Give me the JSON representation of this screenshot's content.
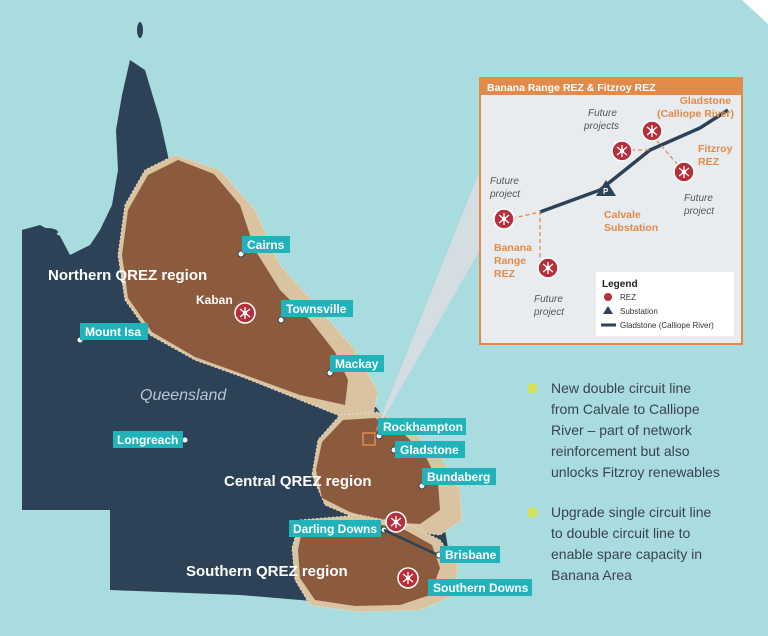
{
  "map": {
    "state_label": "Queensland",
    "regions": [
      {
        "id": "northern",
        "label": "Northern QREZ region"
      },
      {
        "id": "central",
        "label": "Central QREZ region"
      },
      {
        "id": "southern",
        "label": "Southern QREZ region"
      }
    ],
    "cities": [
      {
        "id": "cairns",
        "label": "Cairns"
      },
      {
        "id": "townsville",
        "label": "Townsville"
      },
      {
        "id": "mount-isa",
        "label": "Mount Isa"
      },
      {
        "id": "mackay",
        "label": "Mackay"
      },
      {
        "id": "longreach",
        "label": "Longreach"
      },
      {
        "id": "rockhampton",
        "label": "Rockhampton"
      },
      {
        "id": "gladstone",
        "label": "Gladstone"
      },
      {
        "id": "bundaberg",
        "label": "Bundaberg"
      },
      {
        "id": "darling-downs",
        "label": "Darling Downs"
      },
      {
        "id": "brisbane",
        "label": "Brisbane"
      },
      {
        "id": "southern-downs",
        "label": "Southern Downs"
      }
    ],
    "rez_labels": {
      "kaban": "Kaban"
    }
  },
  "inset": {
    "title": "Banana Range REZ & Fitzroy REZ",
    "gladstone_line1": "Gladstone",
    "gladstone_line2": "(Calliope River)",
    "future_projects_line1": "Future",
    "future_projects_line2": "projects",
    "fitzroy_line1": "Fitzroy",
    "fitzroy_line2": "REZ",
    "future_project_right_line1": "Future",
    "future_project_right_line2": "project",
    "future_project_left_line1": "Future",
    "future_project_left_line2": "project",
    "calvale_line1": "Calvale",
    "calvale_line2": "Substation",
    "banana_line1": "Banana",
    "banana_line2": "Range",
    "banana_line3": "REZ",
    "future_project_bottom_line1": "Future",
    "future_project_bottom_line2": "project",
    "substation_marker": "P",
    "legend": {
      "title": "Legend",
      "rez": "REZ",
      "substation": "Substation",
      "line": "Gladstone (Calliope River)"
    }
  },
  "notes": [
    {
      "lines": [
        "New double circuit line",
        "from Calvale to Calliope",
        "River – part of network",
        "reinforcement but also",
        "unlocks Fitzroy renewables"
      ]
    },
    {
      "lines": [
        "Upgrade single circuit line",
        "to double circuit line to",
        "enable spare capacity in",
        "Banana Area"
      ]
    }
  ],
  "colors": {
    "background": "#ffffff",
    "sea": "#a9dcdf",
    "land": "#2d4256",
    "region_fill": "#8c5a3c",
    "region_fringe": "#d9c3a0",
    "label_bg": "#21b3b9",
    "accent_orange": "#e28a4a",
    "rez_red": "#b5303c",
    "bullet_yellow": "#d7e05a",
    "note_text": "#3a4250"
  },
  "icons": {
    "rez": "rez-icon",
    "substation": "substation-icon",
    "city": "city-dot-icon",
    "bullet": "bullet-icon"
  }
}
